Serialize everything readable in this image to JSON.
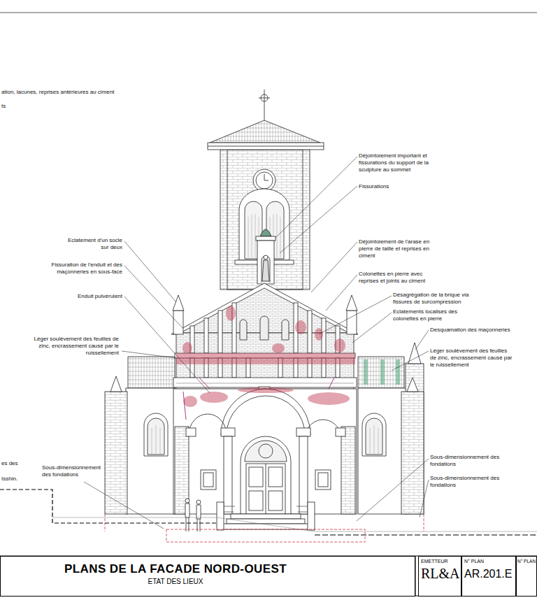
{
  "diagram": {
    "title": "PLANS DE LA FACADE NORD-OUEST",
    "nodes": [
      {
        "text": [
          "PLANS DE LA FACADE NORD-OUEST",
          "ETAT DES LIEUX"
        ]
      },
      {
        "text": [
          "EMETTEUR",
          "RL&A"
        ]
      },
      {
        "text": [
          "N° PLAN",
          "AR.201.E"
        ]
      },
      {
        "text": [
          "N° PLAN"
        ]
      }
    ],
    "labels": [
      "ation, lacunes, reprises antérieures au ciment",
      "ts",
      "Déjointoiement important et fissurations du support de la sculpture au sommet",
      "Fissurations",
      "Eclatement d'un socle sur deux",
      "Déjointoiement de l'arase en pierre de taille et reprises en ciment",
      "Fissuration de l'enduit et des maçonneries en sous-face",
      "Colonettes en pierre avec reprises et joints au ciment",
      "Enduit pulvérulent",
      "Désagrégation de la brique via fissures de surcompression",
      "Eclatements localisés des colonettes en pierre",
      "Desquamation des maçonneries",
      "Léger soulèvement des feuilles de zinc, encrassement causé par le ruissellement",
      "Léger soulèvement des feuilles de zinc, encrassement causé par le ruissellement",
      "es des",
      "Isshin.",
      "Sous-dimensionnement des fondations",
      "Sous-dimensionnement des fondations",
      "Sous-dimensionnement des fondations"
    ]
  }
}
